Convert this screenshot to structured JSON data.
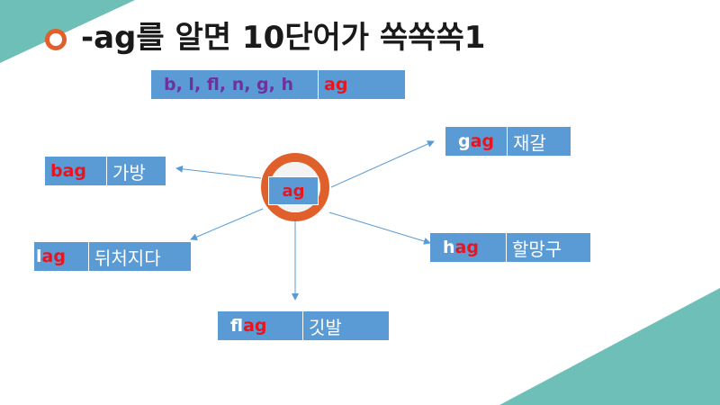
{
  "title": "-ag를 알면 10단어가 쏙쏙쏙1",
  "header_box": {
    "letters": "b, l, fl, n, g, h",
    "suffix": "ag"
  },
  "center": "ag",
  "words": [
    {
      "prefix": "b",
      "suffix": "ag",
      "meaning": "가방"
    },
    {
      "prefix": "g",
      "suffix": "ag",
      "meaning": "재갈"
    },
    {
      "prefix": "l",
      "suffix": "ag",
      "meaning": "뒤처지다"
    },
    {
      "prefix": "h",
      "suffix": "ag",
      "meaning": "할망구"
    },
    {
      "prefix": "fl",
      "suffix": "ag",
      "meaning": "깃발"
    }
  ],
  "colors": {
    "box": "#5b9bd5",
    "accent": "#e0602c",
    "red": "#e8141e",
    "purple": "#7030a0",
    "teal": "#6dbfb8"
  }
}
